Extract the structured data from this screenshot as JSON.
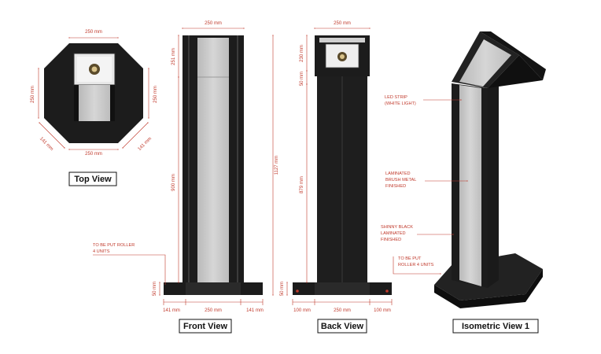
{
  "views": {
    "top": {
      "title": "Top View",
      "dims": {
        "top_width": "250 mm",
        "left_side": "250 mm",
        "right_side": "250 mm",
        "bottom_width": "250 mm",
        "bottom_left_chamfer": "141 mm",
        "bottom_right_chamfer": "141 mm"
      }
    },
    "front": {
      "title": "Front View",
      "dims": {
        "top_width": "250 mm",
        "screen_height": "251 mm",
        "body_height": "900 mm",
        "total_height": "1127 mm",
        "base_height": "50 mm",
        "base_left": "141 mm",
        "base_center": "250 mm",
        "base_right": "141 mm"
      },
      "note": [
        "TO BE PUT ROLLER",
        "4 UNITS"
      ]
    },
    "back": {
      "title": "Back View",
      "dims": {
        "top_width": "250 mm",
        "screen_height": "230 mm",
        "gap": "50 mm",
        "body_height": "879 mm",
        "base_height": "50 mm",
        "base_left": "100 mm",
        "base_center": "250 mm",
        "base_right": "100 mm"
      }
    },
    "isometric": {
      "title": "Isometric View 1",
      "notes": {
        "led": [
          "LED STRIP",
          "(WHITE LIGHT)"
        ],
        "laminated": [
          "LAMINATED",
          "BRUSH METAL",
          "FINISHED"
        ],
        "shinny": [
          "SHINNY BLACK",
          "LAMINATED",
          "FINISHED"
        ],
        "roller": [
          "TO BE PUT",
          "ROLLER 4 UNITS"
        ]
      }
    }
  },
  "colors": {
    "body": "#1c1c1c",
    "panel": "#c9c9c9",
    "dimension": "#c0392b"
  }
}
